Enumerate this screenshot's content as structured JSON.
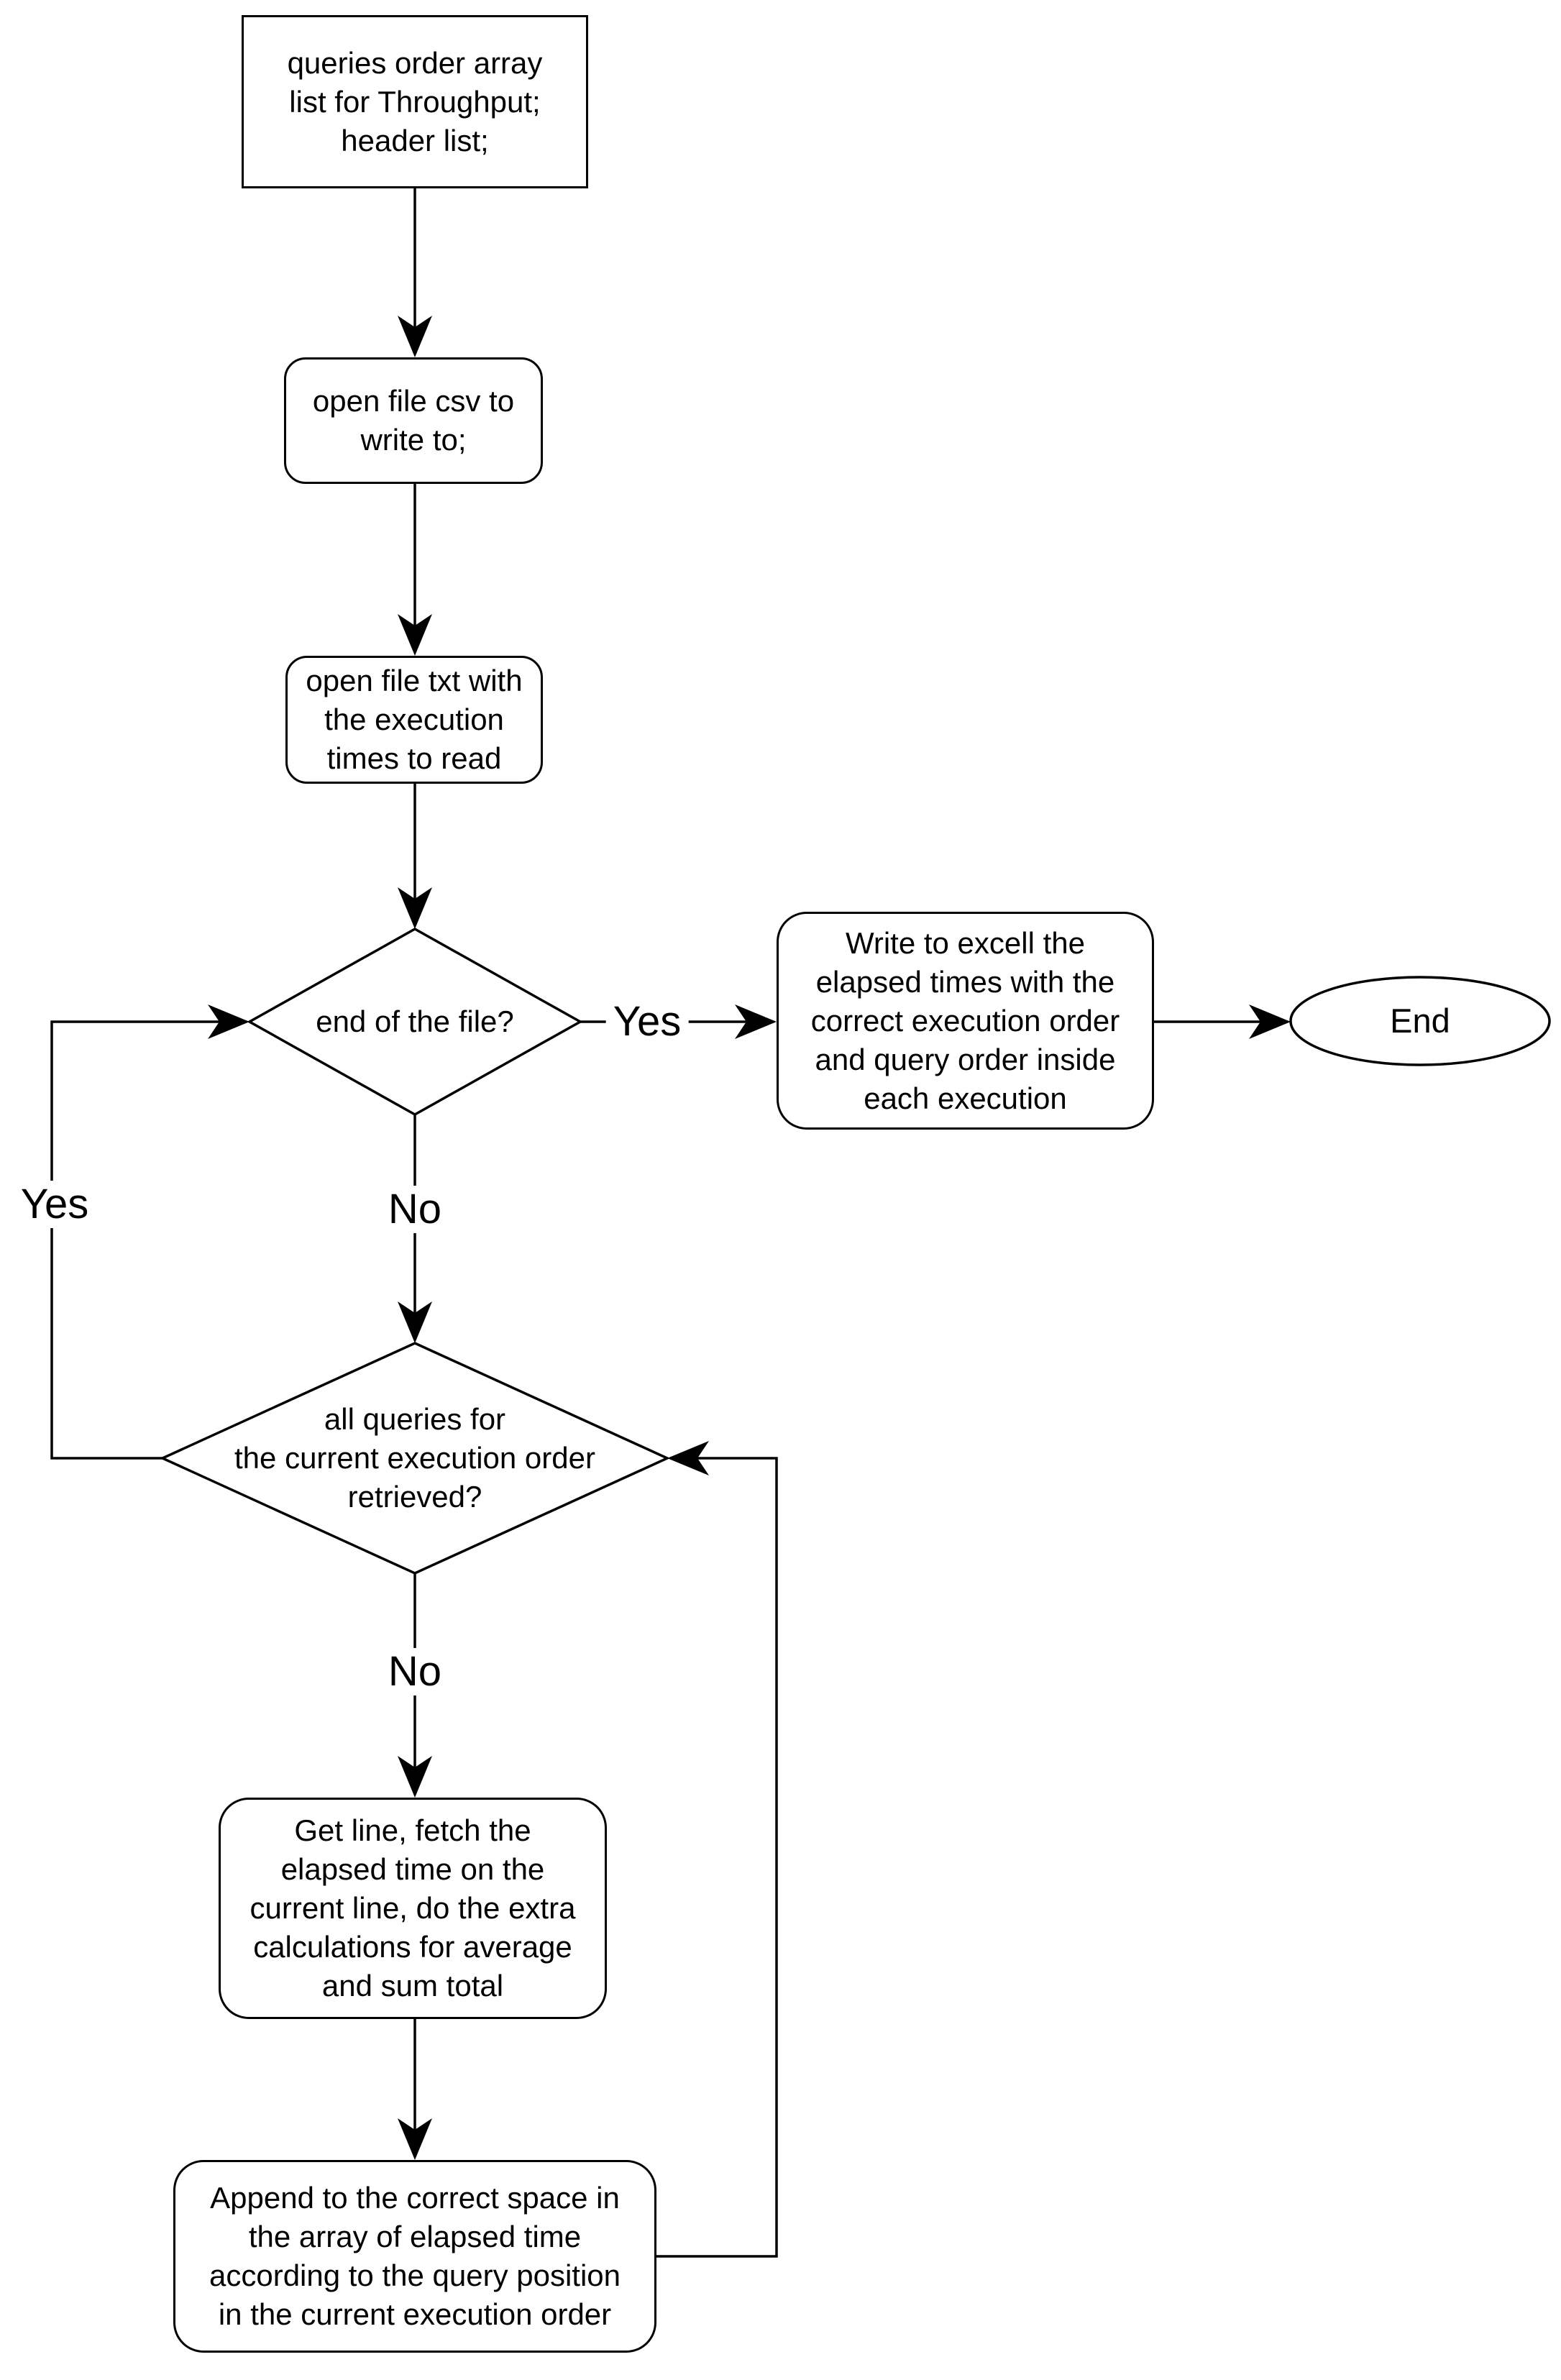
{
  "diagram": {
    "colors": {
      "stroke": "#000000",
      "shape_fill": "#ffffff",
      "text": "#000000",
      "background": "#ffffff"
    },
    "nodes": {
      "start": {
        "shape": "rectangle",
        "label": "queries order array\nlist for Throughput;\nheader list;"
      },
      "open_csv": {
        "shape": "rounded-rect",
        "label": "open file csv to\nwrite to;"
      },
      "open_txt": {
        "shape": "rounded-rect",
        "label": "open file txt with\nthe execution\ntimes to read"
      },
      "eof": {
        "shape": "diamond",
        "label": "end of the file?"
      },
      "write_excel": {
        "shape": "rounded-rect",
        "label": "Write to excell the\nelapsed times with the\ncorrect execution order\nand query order inside\neach execution"
      },
      "end": {
        "shape": "ellipse",
        "label": "End"
      },
      "all_queries": {
        "shape": "diamond",
        "label": "all queries for\nthe current execution order\nretrieved?"
      },
      "get_line": {
        "shape": "rounded-rect",
        "label": "Get line, fetch the\nelapsed time on the\ncurrent line, do the extra\ncalculations for average\nand sum total"
      },
      "append": {
        "shape": "rounded-rect",
        "label": "Append to the correct space in\nthe array of elapsed time\naccording to the query position\nin the current execution order"
      }
    },
    "edge_labels": {
      "eof_yes": "Yes",
      "eof_no": "No",
      "loop_yes": "Yes",
      "all_queries_no": "No"
    }
  }
}
